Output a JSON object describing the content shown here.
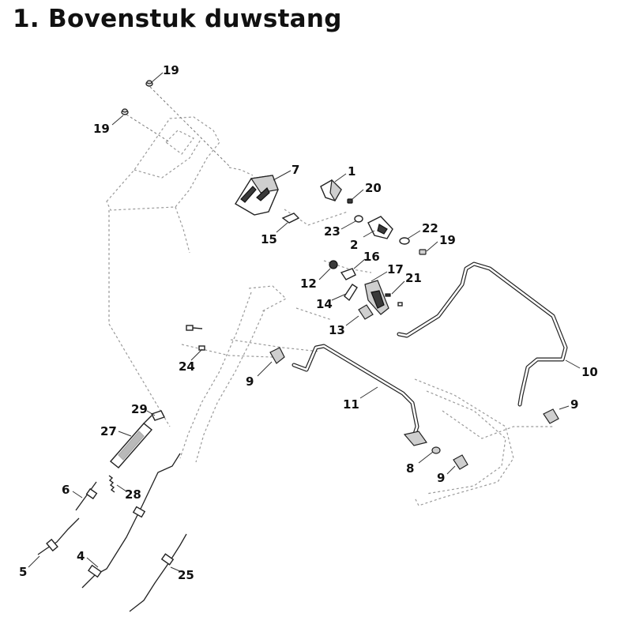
{
  "title": "1.  Bovenstuk duwstang",
  "callouts": [
    {
      "id": "c19a",
      "label": "19"
    },
    {
      "id": "c19b",
      "label": "19"
    },
    {
      "id": "c7",
      "label": "7"
    },
    {
      "id": "c1",
      "label": "1"
    },
    {
      "id": "c20",
      "label": "20"
    },
    {
      "id": "c15",
      "label": "15"
    },
    {
      "id": "c23",
      "label": "23"
    },
    {
      "id": "c22",
      "label": "22"
    },
    {
      "id": "c2",
      "label": "2"
    },
    {
      "id": "c19c",
      "label": "19"
    },
    {
      "id": "c16",
      "label": "16"
    },
    {
      "id": "c17",
      "label": "17"
    },
    {
      "id": "c12",
      "label": "12"
    },
    {
      "id": "c21",
      "label": "21"
    },
    {
      "id": "c14",
      "label": "14"
    },
    {
      "id": "c13",
      "label": "13"
    },
    {
      "id": "c24",
      "label": "24"
    },
    {
      "id": "c9a",
      "label": "9"
    },
    {
      "id": "c10",
      "label": "10"
    },
    {
      "id": "c11",
      "label": "11"
    },
    {
      "id": "c29",
      "label": "29"
    },
    {
      "id": "c9b",
      "label": "9"
    },
    {
      "id": "c27",
      "label": "27"
    },
    {
      "id": "c8",
      "label": "8"
    },
    {
      "id": "c9c",
      "label": "9"
    },
    {
      "id": "c6",
      "label": "6"
    },
    {
      "id": "c28",
      "label": "28"
    },
    {
      "id": "c4",
      "label": "4"
    },
    {
      "id": "c5",
      "label": "5"
    },
    {
      "id": "c25",
      "label": "25"
    }
  ]
}
